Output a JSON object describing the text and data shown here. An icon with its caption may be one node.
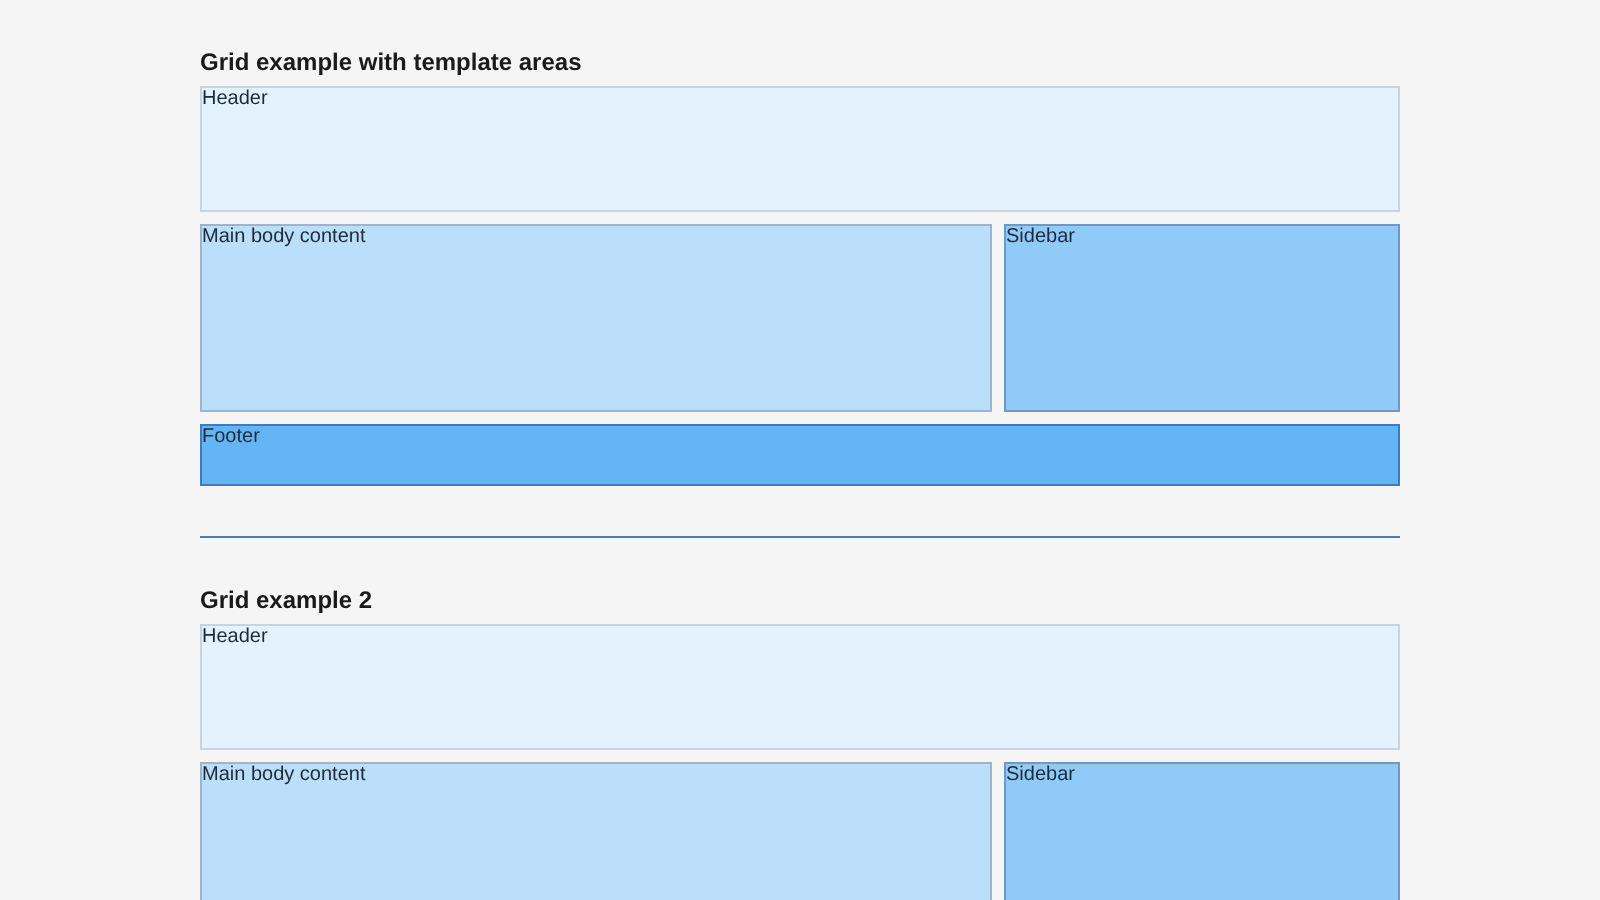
{
  "diagram": {
    "nodes": [
      {
        "text": [
          "Header"
        ]
      },
      {
        "text": [
          "Main body content"
        ]
      },
      {
        "text": [
          "Sidebar"
        ]
      },
      {
        "text": [
          "Footer"
        ]
      },
      {
        "text": [
          "Header"
        ]
      },
      {
        "text": [
          "Main body content"
        ]
      },
      {
        "text": [
          "Sidebar"
        ]
      }
    ],
    "labels": [
      "Grid example with template areas",
      "Grid example 2"
    ]
  }
}
